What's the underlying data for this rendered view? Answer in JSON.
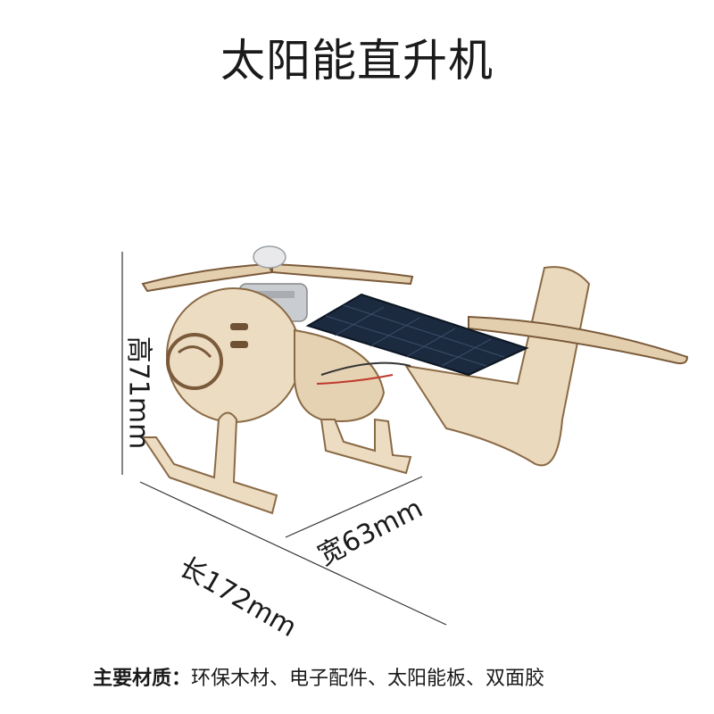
{
  "title": "太阳能直升机",
  "dimensions": {
    "height": "高71mm",
    "length": "长172mm",
    "width": "宽63mm"
  },
  "materials": {
    "label": "主要材质：",
    "text": "环保木材、电子配件、太阳能板、双面胶"
  },
  "colors": {
    "wood": "#e8d8bd",
    "wood_edge": "#7a5a3a",
    "solar_panel": "#1b2a3f",
    "motor": "#c9ccd0"
  }
}
